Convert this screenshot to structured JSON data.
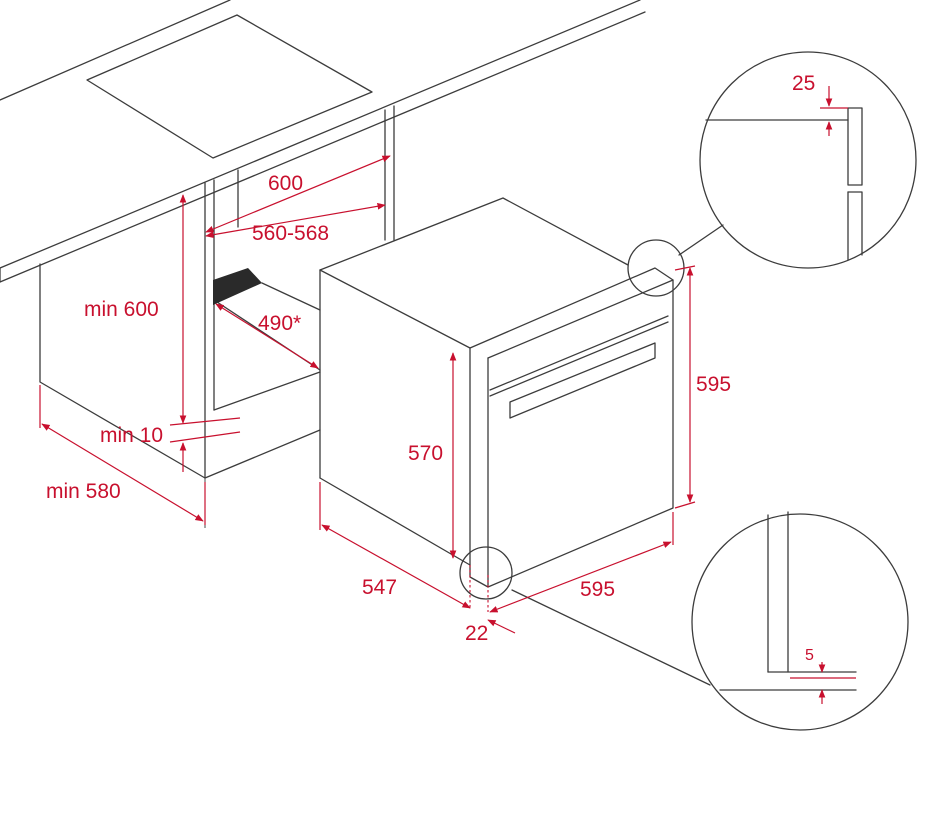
{
  "labels": {
    "hob_width": "600",
    "niche_width": "560-568",
    "min_height": "min 600",
    "depth_490": "490*",
    "min_10": "min 10",
    "min_580": "min 580",
    "oven_height": "595",
    "door_height": "570",
    "oven_depth": "547",
    "oven_width": "595",
    "door_offset": "22",
    "detail_top": "25",
    "detail_bottom": "5"
  },
  "colors": {
    "dimension": "#c8102e",
    "line": "#3c3c3c",
    "vent": "#2a2a2a"
  }
}
